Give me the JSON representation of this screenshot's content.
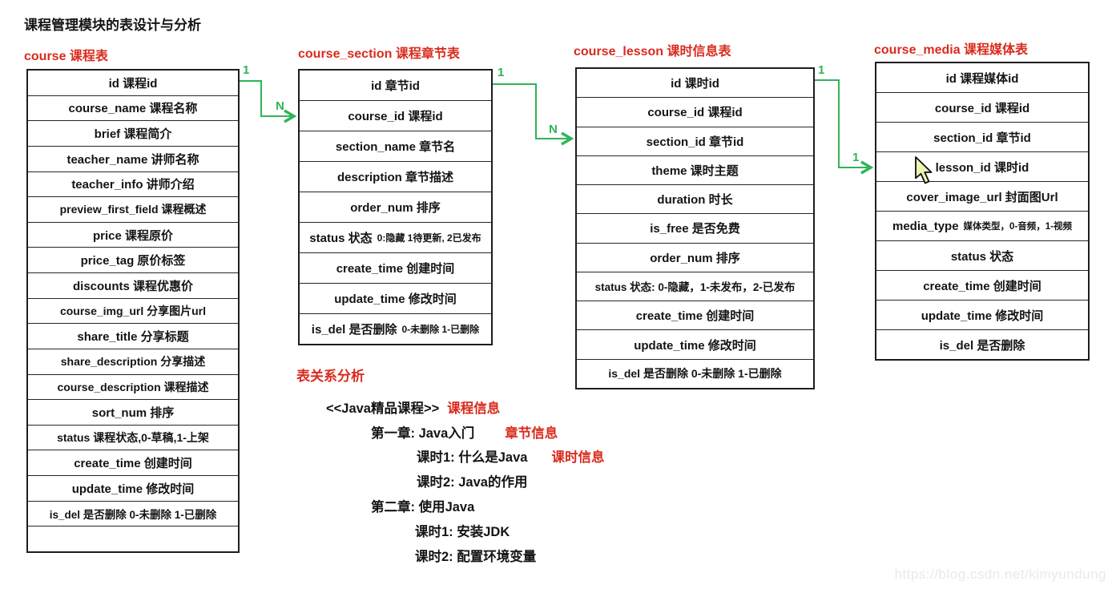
{
  "page": {
    "title": "课程管理模块的表设计与分析",
    "watermark": "https://blog.csdn.net/kimyundung"
  },
  "colors": {
    "accent_red": "#d92b1e",
    "connector_green": "#2fb457",
    "text_black": "#141414",
    "watermark_gray": "#e9e9e9"
  },
  "tables": [
    {
      "name": "course",
      "title": "course 课程表",
      "rows": [
        [
          "id 课程id",
          ""
        ],
        [
          "course_name 课程名称",
          ""
        ],
        [
          "brief 课程简介",
          ""
        ],
        [
          "teacher_name 讲师名称",
          ""
        ],
        [
          "teacher_info 讲师介绍",
          ""
        ],
        [
          "preview_first_field 课程概述",
          ""
        ],
        [
          "price 课程原价",
          ""
        ],
        [
          "price_tag 原价标签",
          ""
        ],
        [
          "discounts 课程优惠价",
          ""
        ],
        [
          "course_img_url 分享图片url",
          ""
        ],
        [
          "share_title 分享标题",
          ""
        ],
        [
          "share_description 分享描述",
          ""
        ],
        [
          "course_description 课程描述",
          ""
        ],
        [
          "sort_num 排序",
          ""
        ],
        [
          "status 课程状态,0-草稿,1-上架",
          ""
        ],
        [
          "create_time 创建时间",
          ""
        ],
        [
          "update_time 修改时间",
          ""
        ],
        [
          "is_del 是否删除 0-未删除 1-已删除",
          ""
        ],
        [
          "",
          ""
        ]
      ]
    },
    {
      "name": "course_section",
      "title": "course_section 课程章节表",
      "rows": [
        [
          "id 章节id",
          ""
        ],
        [
          "course_id 课程id",
          ""
        ],
        [
          "section_name 章节名",
          ""
        ],
        [
          "description 章节描述",
          ""
        ],
        [
          "order_num 排序",
          ""
        ],
        [
          "status 状态",
          "0:隐藏 1待更新, 2已发布"
        ],
        [
          "create_time 创建时间",
          ""
        ],
        [
          "update_time 修改时间",
          ""
        ],
        [
          "is_del 是否删除",
          "0-未删除 1-已删除"
        ]
      ]
    },
    {
      "name": "course_lesson",
      "title": "course_lesson 课时信息表",
      "rows": [
        [
          "id 课时id",
          ""
        ],
        [
          "course_id 课程id",
          ""
        ],
        [
          "section_id 章节id",
          ""
        ],
        [
          "theme 课时主题",
          ""
        ],
        [
          "duration 时长",
          ""
        ],
        [
          "is_free 是否免费",
          ""
        ],
        [
          "order_num 排序",
          ""
        ],
        [
          "status 状态: 0-隐藏，1-未发布，2-已发布",
          ""
        ],
        [
          "create_time 创建时间",
          ""
        ],
        [
          "update_time 修改时间",
          ""
        ],
        [
          "is_del 是否删除 0-未删除 1-已删除",
          ""
        ]
      ]
    },
    {
      "name": "course_media",
      "title": "course_media 课程媒体表",
      "rows": [
        [
          "id 课程媒体id",
          ""
        ],
        [
          "course_id 课程id",
          ""
        ],
        [
          "section_id 章节id",
          ""
        ],
        [
          "lesson_id 课时id",
          ""
        ],
        [
          "cover_image_url 封面图Url",
          ""
        ],
        [
          "media_type",
          "媒体类型，0-音频，1-视频"
        ],
        [
          "status 状态",
          ""
        ],
        [
          "create_time 创建时间",
          ""
        ],
        [
          "update_time 修改时间",
          ""
        ],
        [
          "is_del 是否删除",
          ""
        ]
      ]
    }
  ],
  "connectors": [
    {
      "one": "1",
      "many": "N"
    },
    {
      "one": "1",
      "many": "N"
    },
    {
      "one": "1",
      "many": "1"
    }
  ],
  "relations": {
    "heading": "表关系分析",
    "tree": [
      {
        "text": "<<Java精品课程>>",
        "note": "课程信息"
      },
      {
        "text": "第一章:  Java入门",
        "note": "章节信息"
      },
      {
        "text": "课时1: 什么是Java",
        "note": "课时信息"
      },
      {
        "text": "课时2: Java的作用",
        "note": ""
      },
      {
        "text": "第二章:  使用Java",
        "note": ""
      },
      {
        "text": "课时1: 安装JDK",
        "note": ""
      },
      {
        "text": "课时2: 配置环境变量",
        "note": ""
      }
    ]
  }
}
